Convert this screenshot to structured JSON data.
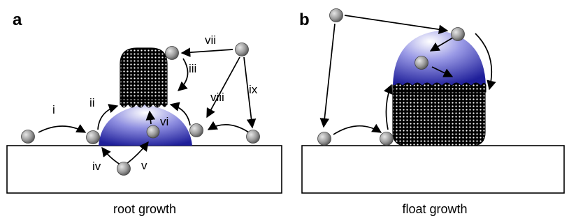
{
  "panels": [
    {
      "label": "a",
      "caption": "root growth",
      "steps": [
        "i",
        "ii",
        "iii",
        "iv",
        "v",
        "vi",
        "vii",
        "viii",
        "ix"
      ]
    },
    {
      "label": "b",
      "caption": "float growth"
    }
  ],
  "colors": {
    "catalyst_dark": "#1f1f9a",
    "catalyst_light": "#ffffff",
    "atom": "#9a9a9a",
    "carbon_deposit": "#000000"
  }
}
